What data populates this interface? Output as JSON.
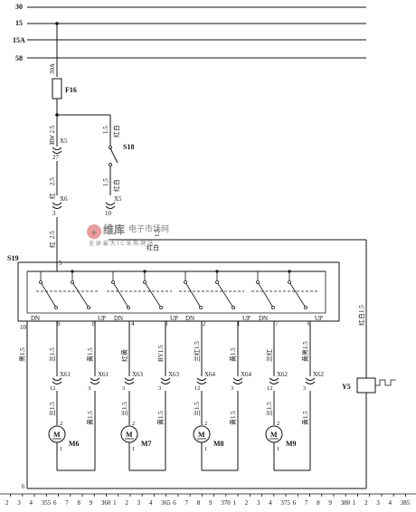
{
  "bus_lines": [
    "30",
    "15",
    "15A",
    "58"
  ],
  "fuse": {
    "id": "F16",
    "rating": "30A"
  },
  "main_wire": {
    "spec": "RW 2.5"
  },
  "connector_x5": "X5",
  "connector_x6": "X6",
  "pin_27": "27",
  "pin_3_x6": "3",
  "pin_10": "10",
  "wire_2_5_a": "2.5",
  "wire_2_5_b": "2.5",
  "wire_color_red": "红",
  "switch_s18": {
    "id": "S18",
    "wire_top": "1.5",
    "color_top": "红白",
    "wire_bot": "1.5",
    "color_bot": "红白",
    "connector": "X5"
  },
  "wire_to_s19": {
    "size": "1.5",
    "color": "红白"
  },
  "watermark": {
    "brand": "维库",
    "sub": "电子市场网",
    "tagline": "全 球 最 大 I C 采 购 网 站"
  },
  "switch_s19": {
    "id": "S19",
    "pin_5": "5"
  },
  "terminal_row": [
    "10",
    "DN",
    "9",
    "8",
    "UP",
    "DN",
    "4",
    "3",
    "UP",
    "DN",
    "2",
    "1",
    "UP",
    "DN",
    "7",
    "6",
    "UP"
  ],
  "motors": [
    {
      "id": "M6",
      "symbol": "M",
      "conn_left": "X61",
      "conn_right": "X61",
      "wire_left": "兰1.5",
      "wire_right": "黄1.5",
      "pin_left": "12",
      "pin_right": "3",
      "motor_wire_left": "兰1.5",
      "motor_wire_right": "黄1.5"
    },
    {
      "id": "M7",
      "symbol": "M",
      "conn_left": "X63",
      "conn_right": "X63",
      "wire_left": "红黄",
      "wire_right": "BY1.5",
      "pin_left": "3",
      "pin_right": "3",
      "motor_wire_left": "兰1.5",
      "motor_wire_right": "黄1.5"
    },
    {
      "id": "M8",
      "symbol": "M",
      "conn_left": "X64",
      "conn_right": "X64",
      "wire_left": "兰红1.5",
      "wire_right": "黄1.5",
      "pin_left": "12",
      "pin_right": "3",
      "motor_wire_left": "兰1.5",
      "motor_wire_right": "黄1.5"
    },
    {
      "id": "M9",
      "symbol": "M",
      "conn_left": "X62",
      "conn_right": "X62",
      "wire_left": "兰红",
      "wire_right": "黄黑1.5",
      "pin_left": "12",
      "pin_right": "3",
      "motor_wire_left": "兰1.5",
      "motor_wire_right": "黄1.5"
    }
  ],
  "wire_left_ground": "黑1.5",
  "wire_right_y5": "红白1.5",
  "valve_y5": "Y5",
  "pin_6_bottom": "6",
  "bottom_ruler": [
    "2",
    "3",
    "4",
    "355",
    "6",
    "7",
    "8",
    "9",
    "360",
    "1",
    "2",
    "3",
    "4",
    "365",
    "6",
    "7",
    "8",
    "9",
    "370",
    "1",
    "2",
    "3",
    "4",
    "375",
    "6",
    "7",
    "8",
    "9",
    "380",
    "1",
    "2",
    "3",
    "4",
    "385"
  ]
}
